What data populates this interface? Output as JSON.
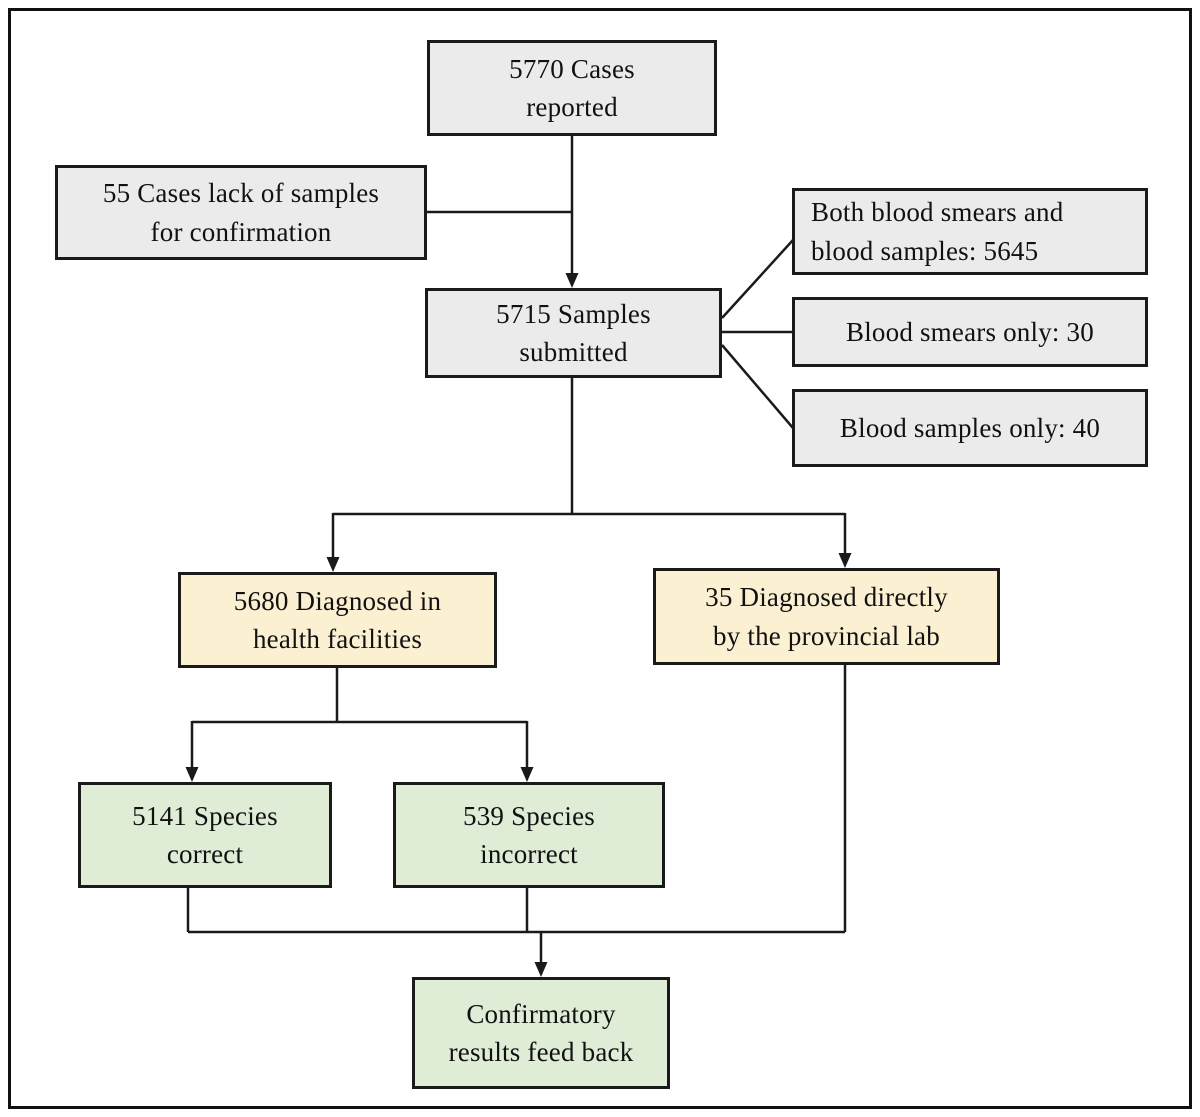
{
  "diagram": {
    "type": "flowchart",
    "colors": {
      "box_gray": "#ebebeb",
      "box_yellow": "#fcf0d2",
      "box_green": "#dfecd6",
      "border": "#1a1a1a",
      "line": "#1a1a1a",
      "background": "#ffffff"
    },
    "nodes": {
      "cases_reported": {
        "line1": "5770 Cases",
        "line2": "reported"
      },
      "lack_samples": {
        "line1": "55 Cases lack of samples",
        "line2": "for confirmation"
      },
      "samples_submitted": {
        "line1": "5715 Samples",
        "line2": "submitted"
      },
      "both_smears_samples": {
        "line1": "Both blood smears and",
        "line2": "blood samples: 5645"
      },
      "smears_only": {
        "line1": "Blood smears only: 30"
      },
      "samples_only": {
        "line1": "Blood samples only: 40"
      },
      "diagnosed_facilities": {
        "line1": "5680 Diagnosed in",
        "line2": "health facilities"
      },
      "diagnosed_provincial": {
        "line1": "35 Diagnosed directly",
        "line2": "by the provincial lab"
      },
      "species_correct": {
        "line1": "5141 Species",
        "line2": "correct"
      },
      "species_incorrect": {
        "line1": "539 Species",
        "line2": "incorrect"
      },
      "feedback": {
        "line1": "Confirmatory",
        "line2": "results feed back"
      }
    }
  }
}
